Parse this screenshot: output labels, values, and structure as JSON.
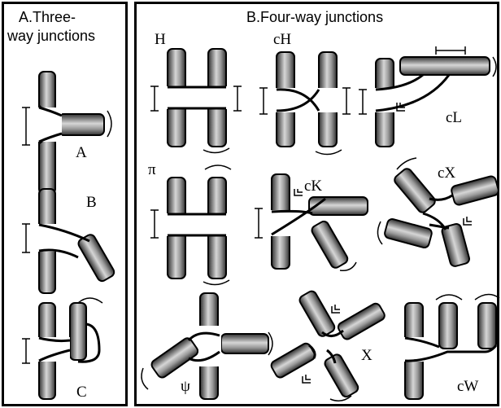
{
  "panel_a": {
    "title_line1": "A.Three-",
    "title_line2": "way junctions",
    "labels": [
      "A",
      "B",
      "C"
    ]
  },
  "panel_b": {
    "title": "B.Four-way junctions",
    "labels": [
      "H",
      "cH",
      "cL",
      "π",
      "cK",
      "cX",
      "ψ",
      "X",
      "cW"
    ]
  },
  "colors": {
    "helix_dark": "#3a3a3a",
    "helix_light": "#d8d8d8",
    "line": "#000000"
  }
}
